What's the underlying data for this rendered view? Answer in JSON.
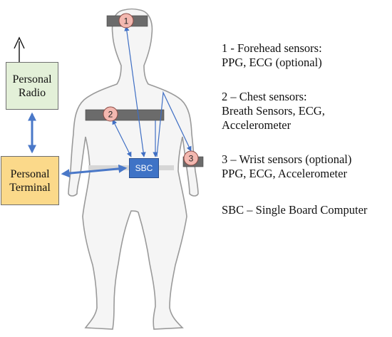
{
  "colors": {
    "arrow": "#3f6fc4",
    "sensor_band": "#6b6b6b",
    "marker_fill": "#f3b8b0",
    "body_fill": "#f5f5f5",
    "body_outline": "#9a9a9a",
    "radio_fill": "#e3f0d8",
    "terminal_fill": "#fbd98a",
    "sbc_fill": "#3f73c6"
  },
  "markers": {
    "forehead": "1",
    "chest": "2",
    "wrist": "3"
  },
  "boxes": {
    "radio": {
      "line1": "Personal",
      "line2": "Radio"
    },
    "terminal": {
      "line1": "Personal",
      "line2": "Terminal"
    },
    "sbc": "SBC"
  },
  "legend": {
    "forehead": {
      "line1": "1 - Forehead sensors:",
      "line2": "PPG, ECG (optional)"
    },
    "chest": {
      "line1": "2 – Chest sensors:",
      "line2": "Breath Sensors,  ECG,",
      "line3": "Accelerometer"
    },
    "wrist": {
      "line1": "3 – Wrist sensors (optional)",
      "line2": "PPG, ECG, Accelerometer"
    },
    "sbc": "SBC – Single Board Computer"
  }
}
